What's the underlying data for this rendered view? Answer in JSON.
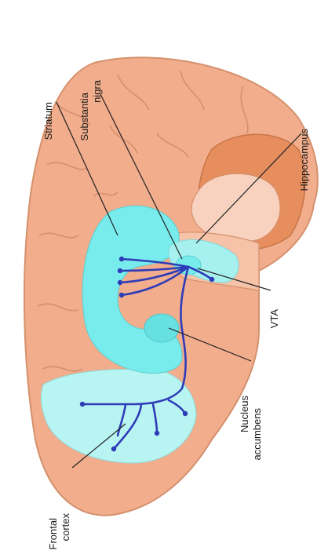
{
  "diagram": {
    "labels": {
      "striatum": "Striatum",
      "substantia_nigra_line1": "Substantia",
      "substantia_nigra_line2": "nigra",
      "hippocampus": "Hippocampus",
      "vta": "VTA",
      "nucleus_accumbens_line1": "Nucleus",
      "nucleus_accumbens_line2": "accumbens",
      "frontal_cortex_line1": "Frontal",
      "frontal_cortex_line2": "cortex"
    },
    "colors": {
      "brain": "#f1ad8c",
      "brain_outline": "#d4916e",
      "cerebellum": "#e78e5e",
      "hippocampus_fill": "#f9d2bf",
      "striatum_cyan": "#78ecec",
      "frontal_cyan": "#b8f4f2",
      "pathway_blue": "#2e3cb8"
    }
  }
}
